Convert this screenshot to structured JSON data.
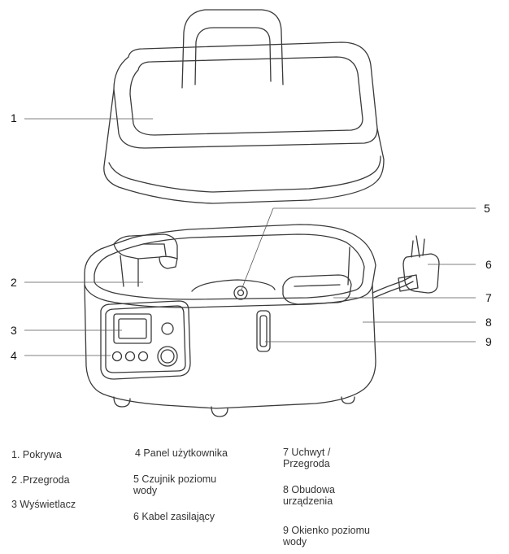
{
  "callouts": [
    "1",
    "2",
    "3",
    "4",
    "5",
    "6",
    "7",
    "8",
    "9"
  ],
  "legend": {
    "col1": [
      "1. Pokrywa",
      "2 .Przegroda",
      "3 Wyświetlacz"
    ],
    "col2": [
      "4 Panel użytkownika",
      "5 Czujnik poziomu\n   wody",
      "6 Kabel zasilający"
    ],
    "col3": [
      "7 Uchwyt /\n   Przegroda",
      "8 Obudowa\n   urządzenia",
      "9 Okienko poziomu\n   wody"
    ]
  },
  "colors": {
    "line": "#3a3a3a",
    "fill": "#ffffff",
    "leader": "#555555"
  }
}
